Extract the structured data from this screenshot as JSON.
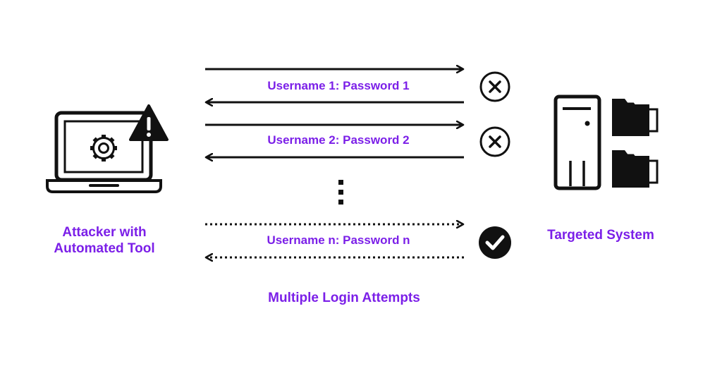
{
  "attacker": {
    "label_line1": "Attacker with",
    "label_line2": "Automated Tool",
    "icon": "laptop-gear-warning-icon"
  },
  "target": {
    "label": "Targeted System",
    "icon": "server-folders-icon"
  },
  "attempts": [
    {
      "label": "Username 1: Password 1",
      "result": "failed",
      "icon": "x-circle-icon"
    },
    {
      "label": "Username 2: Password 2",
      "result": "failed",
      "icon": "x-circle-icon"
    },
    {
      "label": "Username n: Password n",
      "result": "success",
      "icon": "check-circle-icon"
    }
  ],
  "caption": "Multiple Login Attempts",
  "colors": {
    "accent": "#7b1fe8",
    "ink": "#111111"
  }
}
